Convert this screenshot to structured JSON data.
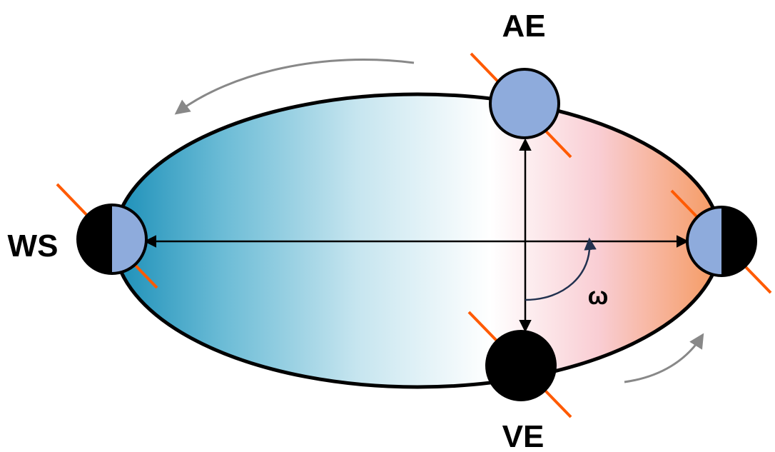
{
  "labels": {
    "ae": "AE",
    "ve": "VE",
    "ws": "WS",
    "omega": "ω"
  },
  "colors": {
    "cold": "#1b8fb8",
    "warm": "#f5a26a",
    "planet_lit": "#8eabdc",
    "planet_dark": "#000000",
    "axis": "#ff5a00",
    "motion_arrow": "#888888",
    "angle_arc": "#22314f"
  },
  "icons": {
    "motion": "curved-arrow",
    "angle": "arc-arrow"
  }
}
